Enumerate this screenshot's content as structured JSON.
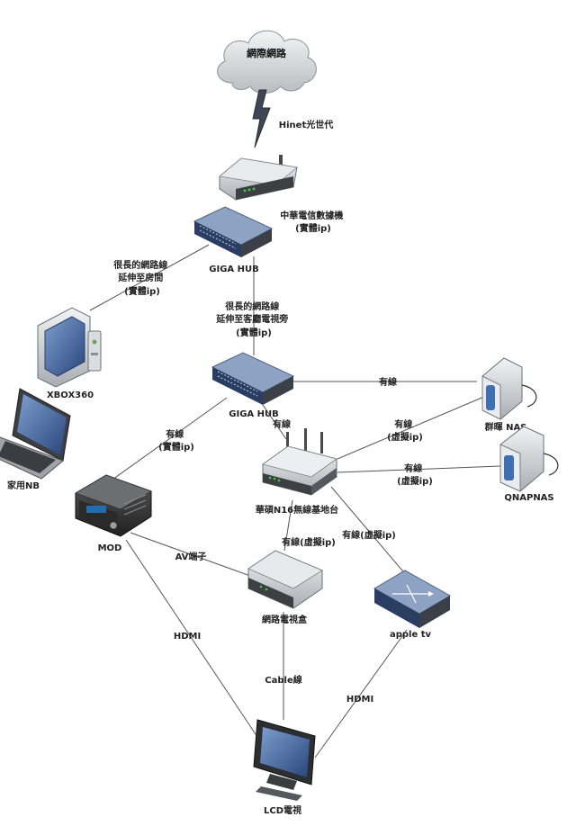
{
  "nodes": {
    "internet": {
      "label": "網際網路"
    },
    "hinet": {
      "label": "Hinet光世代"
    },
    "modem": {
      "label": [
        "中華電信數據機",
        "(實體ip)"
      ]
    },
    "hub1": {
      "label": "GIGA HUB"
    },
    "hub2": {
      "label": "GIGA HUB"
    },
    "xbox": {
      "label": "XBOX360"
    },
    "laptop": {
      "label": "家用NB"
    },
    "nas1": {
      "label": "群暉 NAS"
    },
    "nas2": {
      "label": "QNAPNAS"
    },
    "router": {
      "label": "華碩N16無線基地台"
    },
    "mod": {
      "label": "MOD"
    },
    "netbox": {
      "label": "網路電視盒"
    },
    "appletv": {
      "label": "apple tv"
    },
    "tv": {
      "label": "LCD電視"
    }
  },
  "links": {
    "hub1_xbox": [
      "很長的網路線",
      "延伸至房間",
      "(實體ip)"
    ],
    "hub1_hub2": [
      "很長的網路線",
      "延伸至客廳電視旁",
      "(實體ip)"
    ],
    "hub2_nas1": [
      "有線"
    ],
    "hub2_router": [
      "有線"
    ],
    "hub2_mod": [
      "有線",
      "(實體ip)"
    ],
    "router_nas1": [
      "有線",
      "(虛擬ip)"
    ],
    "router_nas2": [
      "有線",
      "(虛擬ip)"
    ],
    "router_netbox": [
      "有線(虛擬ip)"
    ],
    "router_appletv": [
      "有線(虛擬ip)"
    ],
    "mod_netbox": [
      "AV端子"
    ],
    "mod_tv": [
      "HDMI"
    ],
    "netbox_tv": [
      "Cable線"
    ],
    "appletv_tv": [
      "HDMI"
    ]
  },
  "colors": {
    "line": "#555555",
    "device_dark": "#3b3b3b",
    "device_silver": "#d9dbde",
    "accent_blue": "#3f6fb0"
  }
}
